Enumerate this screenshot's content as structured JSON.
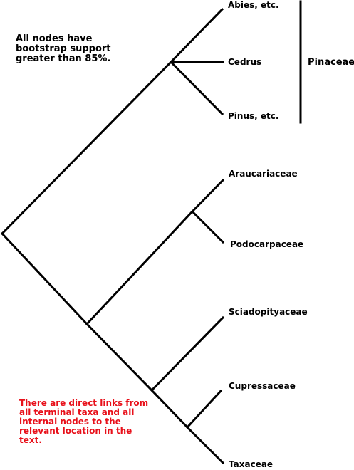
{
  "notes": {
    "bootstrap": "All nodes have bootstrap support greater than 85%.",
    "links": "There are direct links from all terminal taxa and all internal nodes to the relevant location in the text."
  },
  "taxa": {
    "abies": {
      "link": "Abies",
      "suffix": ", etc."
    },
    "cedrus": {
      "link": "Cedrus"
    },
    "pinus": {
      "link": "Pinus",
      "suffix": ", etc."
    },
    "araucariaceae": "Araucariaceae",
    "podocarpaceae": "Podocarpaceae",
    "sciadopityaceae": "Sciadopityaceae",
    "cupressaceae": "Cupressaceae",
    "taxaceae": "Taxaceae"
  },
  "family_label": "Pinaceae",
  "colors": {
    "branch": "#000000",
    "note_highlight": "#e8101a"
  }
}
